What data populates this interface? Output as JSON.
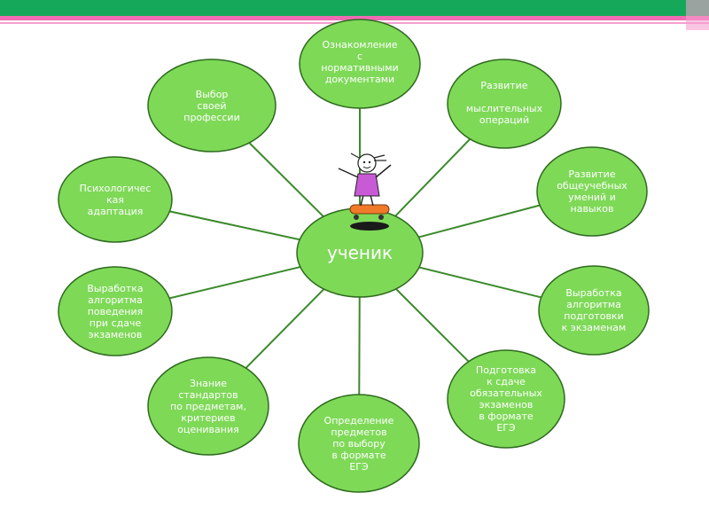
{
  "colors": {
    "node_fill": "#7ed957",
    "node_stroke": "#2f6b1f",
    "line": "#3a8a2a",
    "header_green": "#16a85a",
    "header_pink": "#f06ab4"
  },
  "center": {
    "label": "ученик"
  },
  "nodes": [
    {
      "id": "familiarization",
      "label": "Ознакомление\nс\nнормативными\nдокументами"
    },
    {
      "id": "thinking",
      "label": "Развитие\n\nмыслительных\nопераций"
    },
    {
      "id": "skills",
      "label": "Развитие\nобщеучебных\nумений и\nнавыков"
    },
    {
      "id": "prep-algorithm",
      "label": "Выработка\nалгоритма\nподготовки\nк экзаменам"
    },
    {
      "id": "mandatory-exams",
      "label": "Подготовка\nк сдаче\nобязательных\nэкзаменов\nв формате\nЕГЭ"
    },
    {
      "id": "subjects",
      "label": "Определение\nпредметов\nпо выбору\nв формате\nЕГЭ"
    },
    {
      "id": "standards",
      "label": "Знание\nстандартов\nпо предметам,\nкритериев\nоценивания"
    },
    {
      "id": "behavior",
      "label": "Выработка\nалгоритма\nповедения\nпри сдаче\nэкзаменов"
    },
    {
      "id": "psych",
      "label": "Психологичес\nкая\nадаптация"
    },
    {
      "id": "profession",
      "label": "Выбор\nсвоей\nпрофессии"
    }
  ]
}
